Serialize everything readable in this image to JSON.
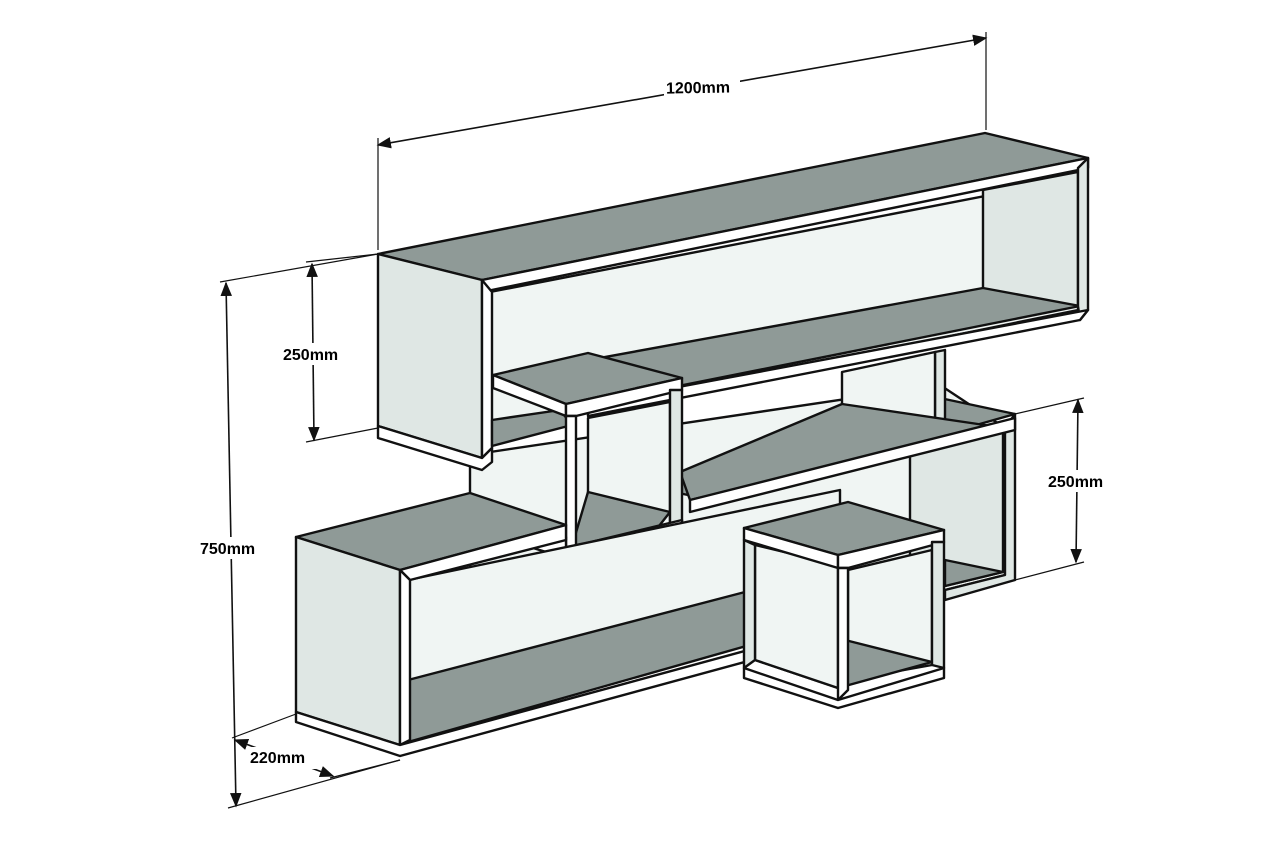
{
  "dimensions": {
    "width": "1200mm",
    "total_height": "750mm",
    "upper_box_height": "250mm",
    "lower_box_height": "250mm",
    "depth": "220mm"
  },
  "colors": {
    "top_surface": "#8f9a97",
    "inner_surface": "#f0f5f3",
    "side_panel": "#dfe7e4",
    "front_edge": "#ffffff",
    "outline": "#111111",
    "dimension_line": "#111111"
  }
}
